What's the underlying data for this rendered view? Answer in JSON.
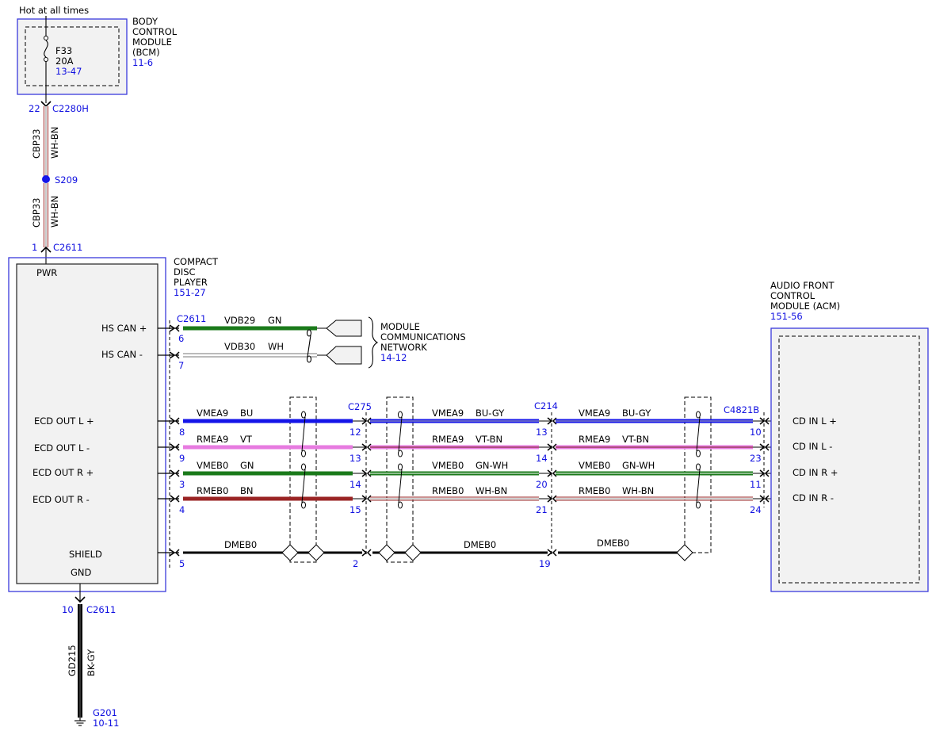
{
  "top_label": "Hot at all times",
  "bcm": {
    "name_lines": [
      "BODY",
      "CONTROL",
      "MODULE",
      "(BCM)"
    ],
    "ref": "11-6",
    "fuse_name": "F33",
    "fuse_rating": "20A",
    "fuse_ref": "13-47"
  },
  "power_feed": {
    "bcm_pin": "22",
    "bcm_connector": "C2280H",
    "circuit": "CBP33",
    "color": "WH-BN",
    "splice": "S209",
    "cdp_pin": "1",
    "cdp_connector": "C2611"
  },
  "cdp": {
    "name_lines": [
      "COMPACT",
      "DISC",
      "PLAYER"
    ],
    "ref": "151-27",
    "pwr_label": "PWR",
    "pins": [
      "HS CAN +",
      "HS CAN -",
      "ECD OUT L +",
      "ECD OUT L -",
      "ECD OUT R +",
      "ECD OUT R -"
    ],
    "shield_label": "SHIELD",
    "gnd_label": "GND"
  },
  "can": {
    "connector": "C2611",
    "wires": [
      {
        "pin": "6",
        "circuit": "VDB29",
        "color": "GN",
        "hex": "#1a7a1a"
      },
      {
        "pin": "7",
        "circuit": "VDB30",
        "color": "WH",
        "hex": "#ffffff"
      }
    ],
    "network_lines": [
      "MODULE",
      "COMMUNICATIONS",
      "NETWORK"
    ],
    "network_ref": "14-12"
  },
  "connectors": {
    "c275": "C275",
    "c214": "C214",
    "c4821b": "C4821B"
  },
  "audio_wires": [
    {
      "pin_cdp": "8",
      "seg1_circuit": "VMEA9",
      "seg1_color": "BU",
      "seg1_hex": "#1515e8",
      "pin_c275": "12",
      "seg2_circuit": "VMEA9",
      "seg2_color": "BU-GY",
      "seg2_hex": "#1515e8",
      "pin_c214": "13",
      "seg3_circuit": "VMEA9",
      "seg3_color": "BU-GY",
      "seg3_hex": "#1515e8",
      "pin_acm": "10"
    },
    {
      "pin_cdp": "9",
      "seg1_circuit": "RMEA9",
      "seg1_color": "VT",
      "seg1_hex": "#e77be0",
      "pin_c275": "13",
      "seg2_circuit": "RMEA9",
      "seg2_color": "VT-BN",
      "seg2_hex": "#e77be0",
      "pin_c214": "14",
      "seg3_circuit": "RMEA9",
      "seg3_color": "VT-BN",
      "seg3_hex": "#e77be0",
      "pin_acm": "23"
    },
    {
      "pin_cdp": "3",
      "seg1_circuit": "VMEB0",
      "seg1_color": "GN",
      "seg1_hex": "#1a7a1a",
      "pin_c275": "14",
      "seg2_circuit": "VMEB0",
      "seg2_color": "GN-WH",
      "seg2_hex": "#1a7a1a",
      "pin_c214": "20",
      "seg3_circuit": "VMEB0",
      "seg3_color": "GN-WH",
      "seg3_hex": "#1a7a1a",
      "pin_acm": "11"
    },
    {
      "pin_cdp": "4",
      "seg1_circuit": "RMEB0",
      "seg1_color": "BN",
      "seg1_hex": "#9a2424",
      "pin_c275": "15",
      "seg2_circuit": "RMEB0",
      "seg2_color": "WH-BN",
      "seg2_hex": "#ffffff",
      "pin_c214": "21",
      "seg3_circuit": "RMEB0",
      "seg3_color": "WH-BN",
      "seg3_hex": "#ffffff",
      "pin_acm": "24"
    }
  ],
  "shield_wire": {
    "pin_cdp": "5",
    "circuit": "DMEB0",
    "pin_c275": "2",
    "pin_c214": "19"
  },
  "acm": {
    "name_lines": [
      "AUDIO FRONT",
      "CONTROL",
      "MODULE (ACM)"
    ],
    "ref": "151-56",
    "pins": [
      "CD IN L +",
      "CD IN L -",
      "CD IN R +",
      "CD IN R -"
    ]
  },
  "ground": {
    "pin": "10",
    "connector": "C2611",
    "circuit": "GD215",
    "color": "BK-GY",
    "ground_point": "G201",
    "ground_ref": "10-11"
  }
}
